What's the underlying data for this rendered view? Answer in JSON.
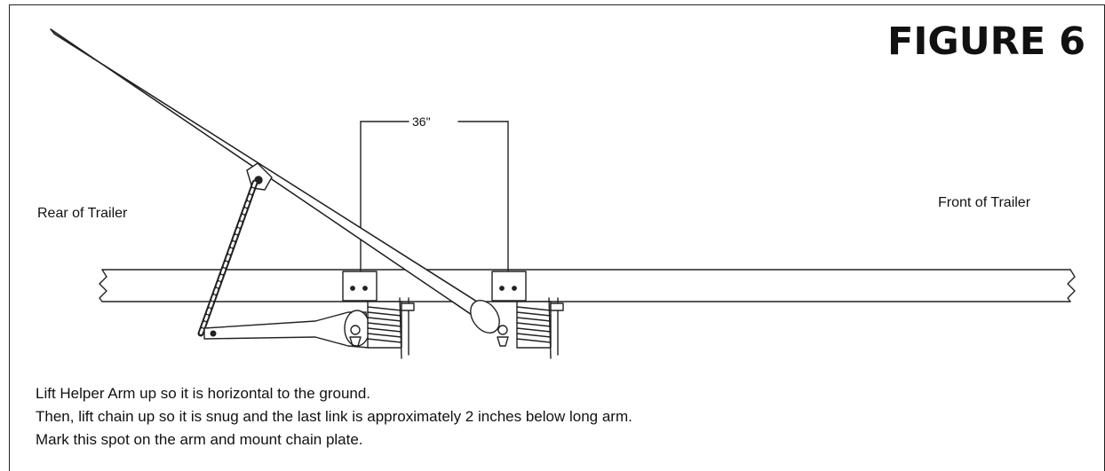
{
  "figure_title": "FIGURE 6",
  "labels": {
    "rear": "Rear of Trailer",
    "front": "Front of Trailer",
    "dimension": "36\""
  },
  "instructions": [
    "Lift Helper Arm up so it is horizontal to the ground.",
    "Then, lift chain up so it is snug and the last link is approximately 2 inches below long arm.",
    "Mark this spot on the arm and mount chain plate."
  ]
}
